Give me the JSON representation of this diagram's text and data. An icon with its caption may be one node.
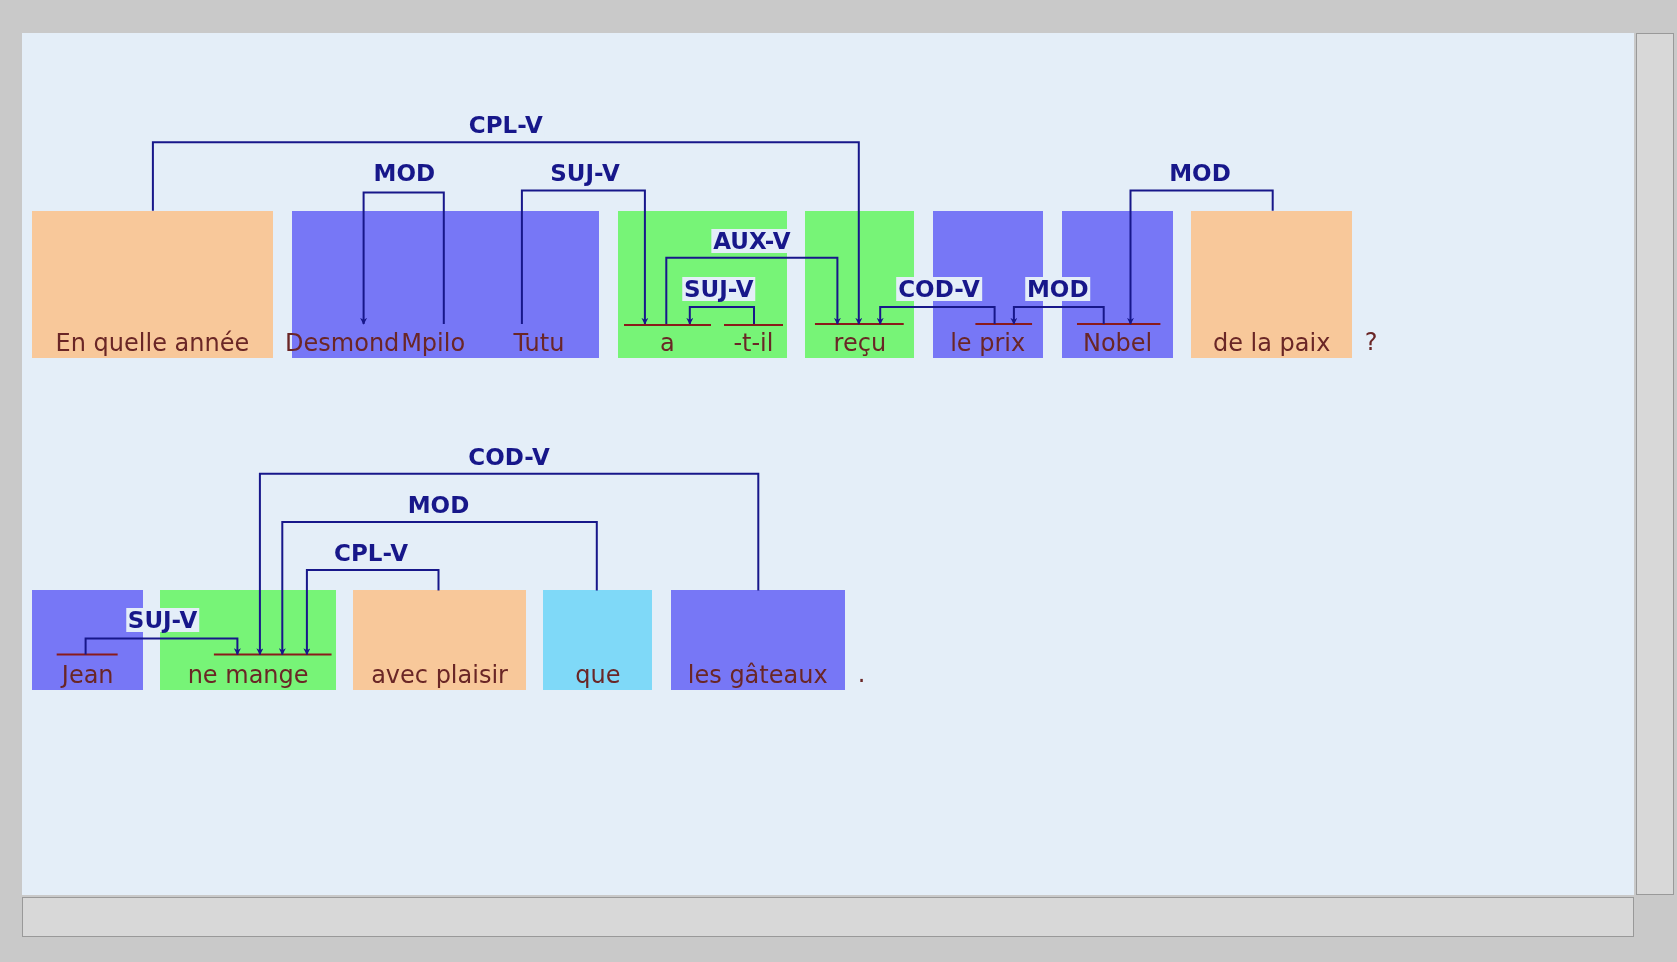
{
  "diagram": {
    "nodes": [
      {
        "text": [
          "En quelle année"
        ]
      },
      {
        "text": [],
        "shape": "box"
      },
      {
        "text": [
          "Desmond"
        ],
        "in": 1
      },
      {
        "text": [
          "Mpilo"
        ],
        "in": 1
      },
      {
        "text": [
          "Tutu"
        ],
        "in": 1
      },
      {
        "text": [],
        "shape": "box"
      },
      {
        "text": [
          "a"
        ],
        "in": 5
      },
      {
        "text": [
          "-t-il"
        ],
        "in": 5
      },
      {
        "text": [
          "reçu"
        ]
      },
      {
        "text": [
          "le prix"
        ]
      },
      {
        "text": [
          "Nobel"
        ]
      },
      {
        "text": [
          "de la paix"
        ],
        "beside": [
          "?"
        ]
      },
      {
        "text": [
          "Jean"
        ]
      },
      {
        "text": [
          "ne mange"
        ]
      },
      {
        "text": [
          "avec plaisir"
        ]
      },
      {
        "text": [
          "que"
        ]
      },
      {
        "text": [
          "les gâteaux"
        ],
        "beside": [
          "."
        ]
      }
    ],
    "edges": [
      {
        "from": 0,
        "to": 8,
        "arrow": "to",
        "label": "CPL-V"
      },
      {
        "from": 3,
        "to": 2,
        "arrow": "to",
        "label": "MOD"
      },
      {
        "from": 4,
        "to": 6,
        "arrow": "to",
        "label": "SUJ-V"
      },
      {
        "from": 6,
        "to": 8,
        "arrow": "to",
        "label": "AUX-V"
      },
      {
        "from": 7,
        "to": 6,
        "arrow": "to",
        "label": "SUJ-V"
      },
      {
        "from": 9,
        "to": 8,
        "arrow": "to",
        "label": "COD-V"
      },
      {
        "from": 10,
        "to": 9,
        "arrow": "to",
        "label": "MOD"
      },
      {
        "from": 11,
        "to": 10,
        "arrow": "to",
        "label": "MOD"
      },
      {
        "from": 12,
        "to": 13,
        "arrow": "to",
        "label": "SUJ-V"
      },
      {
        "from": 16,
        "to": 13,
        "arrow": "to",
        "label": "COD-V"
      },
      {
        "from": 15,
        "to": 13,
        "arrow": "to",
        "label": "MOD"
      },
      {
        "from": 14,
        "to": 13,
        "arrow": "to",
        "label": "CPL-V"
      }
    ]
  }
}
